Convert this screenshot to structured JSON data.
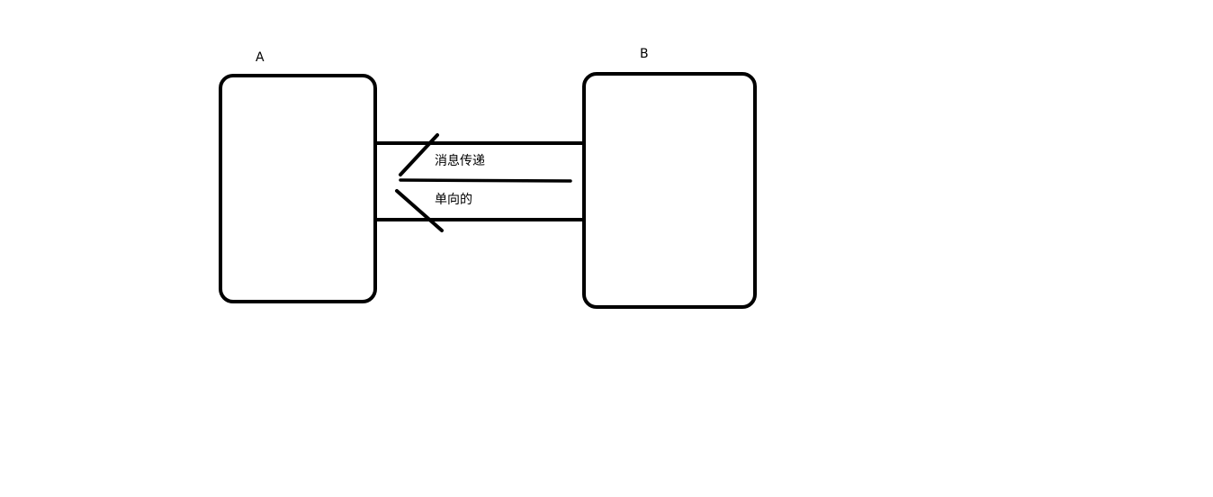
{
  "diagram": {
    "nodes": [
      {
        "id": "a",
        "label": "A"
      },
      {
        "id": "b",
        "label": "B"
      }
    ],
    "edge": {
      "from": "b",
      "to": "a",
      "label_top": "消息传递",
      "label_bottom": "单向的"
    },
    "colors": {
      "stroke": "#000000",
      "background": "#ffffff"
    }
  }
}
